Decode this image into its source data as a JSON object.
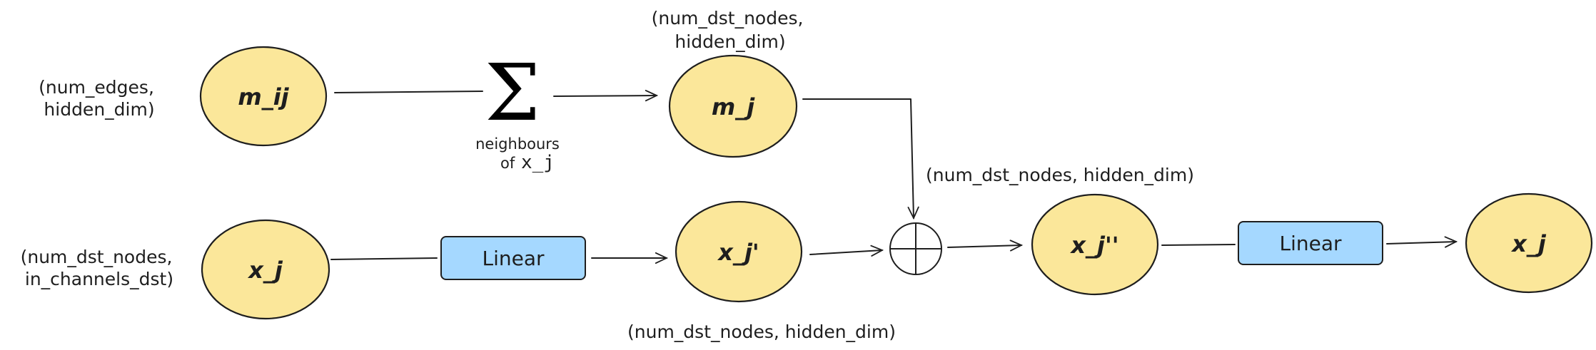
{
  "labels": {
    "num_edges_dim": [
      "(num_edges,",
      "hidden_dim)"
    ],
    "dst_in_dim": [
      "(num_dst_nodes,",
      "in_channels_dst)"
    ],
    "agg_dim": [
      "(num_dst_nodes,",
      "hidden_dim)"
    ],
    "sum_dim": "(num_dst_nodes, hidden_dim)",
    "lin_dim": "(num_dst_nodes, hidden_dim)"
  },
  "nodes": {
    "m_ij": "m_ij",
    "m_j": "m_j",
    "x_j_in": "x_j",
    "x_j_prime": "x_j'",
    "x_j_double_prime": "x_j''",
    "x_j_out": "x_j"
  },
  "operators": {
    "sum_symbol": "Σ",
    "sum_caption_line1": "neighbours",
    "sum_caption_of": "of",
    "sum_caption_var": "x_j",
    "plus_icon": "circle-plus-icon"
  },
  "blocks": {
    "linear_1": "Linear",
    "linear_2": "Linear"
  },
  "colors": {
    "node_fill": "#fbe79a",
    "linear_fill": "#a5d8ff",
    "stroke": "#1e1e1e"
  }
}
